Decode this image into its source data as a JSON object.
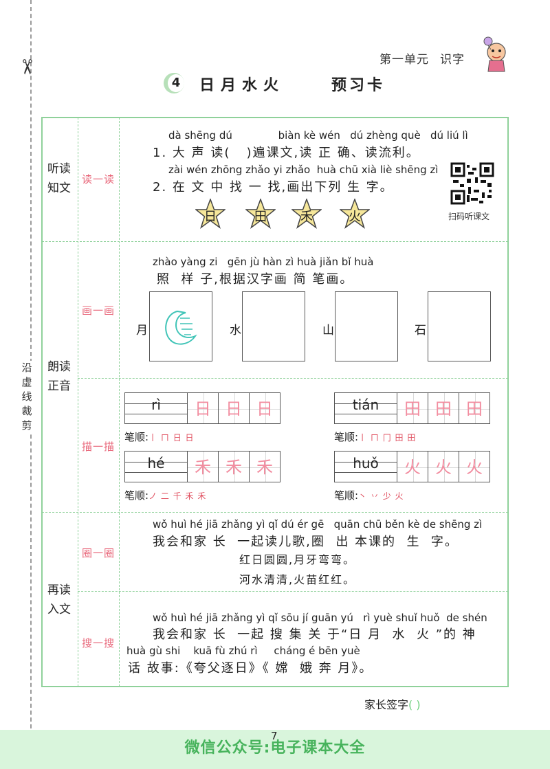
{
  "side": {
    "cut_text": "沿虚线裁剪"
  },
  "header": {
    "unit": "第一单元",
    "unit_topic": "识字",
    "lesson_number": "4",
    "lesson_title": "日月水火",
    "card_title": "预习卡"
  },
  "sections": {
    "s1": "听读知文",
    "s2": "朗读正音",
    "s3": "再读入文"
  },
  "activities": {
    "a1": "读一读",
    "a2": "画一画",
    "a3": "描一描",
    "a4": "圈一圈",
    "a5": "搜一搜"
  },
  "read": {
    "l1_py": "dà shēng dú              biàn kè wén   dú zhèng què   dú liú lì",
    "l1_hz": "1. 大 声 读(   )遍课文,读 正 确、读流利。",
    "l2_py": "zài wén zhōng zhǎo yi zhǎo  huà chū xià liè shēng zì",
    "l2_hz": "2. 在 文 中 找 一 找,画出下列 生 字。",
    "stars": [
      "日",
      "田",
      "禾",
      "火"
    ],
    "qr_label": "扫码听课文"
  },
  "draw": {
    "py": "zhào yàng zi   gēn jù hàn zì huà jiǎn bǐ huà",
    "hz": "照  样 子,根据汉字画 简 笔画。",
    "labels": [
      "月",
      "水",
      "山",
      "石"
    ]
  },
  "trace": {
    "stroke_label": "笔顺:",
    "items": [
      {
        "pinyin": "rì",
        "char": "日",
        "strokes": "丨 ㄇ 日 日"
      },
      {
        "pinyin": "tián",
        "char": "田",
        "strokes": "丨 ㄇ 冂 田 田"
      },
      {
        "pinyin": "hé",
        "char": "禾",
        "strokes": "ノ 二 千 禾 禾"
      },
      {
        "pinyin": "huǒ",
        "char": "火",
        "strokes": "丶 丷 少 火"
      }
    ]
  },
  "circle": {
    "py": "wǒ huì hé jiā zhǎng yì qǐ dú ér gē   quān chū běn kè de shēng zì",
    "hz": "我会和家 长  一起读儿歌,圈  出 本课的  生  字。",
    "poem1": "红日圆圆,月牙弯弯。",
    "poem2": "河水清清,火苗红红。"
  },
  "search": {
    "py1": "wǒ huì hé jiā zhǎng yì qǐ sōu jí guān yú   rì yuè shuǐ huǒ  de shén",
    "hz1": "我会和家 长  一起 搜 集 关 于“日 月  水  火 ”的 神",
    "py2": "huà gù shi    kuā fù zhú rì     cháng é bēn yuè",
    "hz2": "话 故事:《夸父逐日》《 嫦  娥 奔 月》。"
  },
  "footer": {
    "parent_sign": "家长签字",
    "page": "7",
    "banner": "微信公众号:电子课本大全"
  },
  "colors": {
    "frame": "#8fd19a",
    "activity": "#e8677a",
    "trace": "#f28da0",
    "banner": "#47b35c"
  }
}
